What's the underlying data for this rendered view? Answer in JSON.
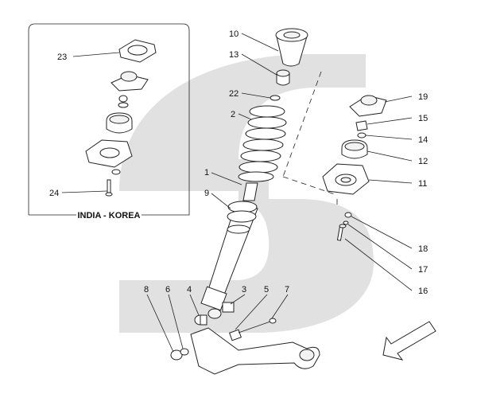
{
  "inset": {
    "title": "INDIA - KOREA"
  },
  "callouts": {
    "c1": "1",
    "c2": "2",
    "c3": "3",
    "c4": "4",
    "c5": "5",
    "c6": "6",
    "c7": "7",
    "c8": "8",
    "c9": "9",
    "c10": "10",
    "c11": "11",
    "c12": "12",
    "c13": "13",
    "c14": "14",
    "c15": "15",
    "c16": "16",
    "c17": "17",
    "c18": "18",
    "c19": "19",
    "c22": "22",
    "c23": "23",
    "c24": "24"
  },
  "colors": {
    "watermark": "#e1e1e1",
    "line": "#222222",
    "inset_border": "#555555"
  },
  "icons": {
    "direction": "direction-arrow-icon"
  }
}
